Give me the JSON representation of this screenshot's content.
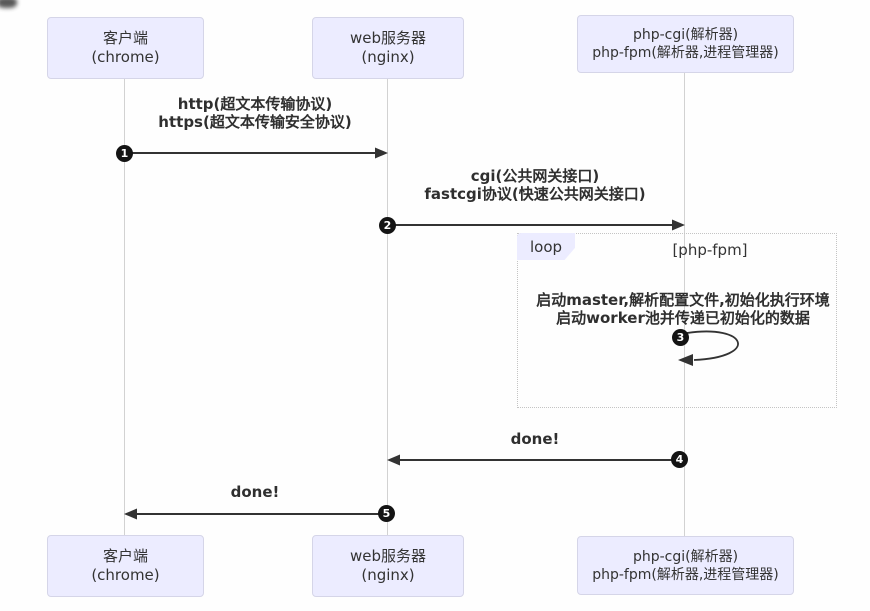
{
  "actors": [
    {
      "line1": "客户端",
      "line2": "(chrome)"
    },
    {
      "line1": "web服务器",
      "line2": "(nginx)"
    },
    {
      "line1": "php-cgi(解析器)",
      "line2": "php-fpm(解析器,进程管理器)"
    }
  ],
  "messages": [
    {
      "num": "1",
      "line1": "http(超文本传输协议)",
      "line2": "https(超文本传输安全协议)",
      "from": "客户端",
      "to": "web服务器"
    },
    {
      "num": "2",
      "line1": "cgi(公共网关接口)",
      "line2": "fastcgi协议(快速公共网关接口)",
      "from": "web服务器",
      "to": "php-cgi/php-fpm"
    },
    {
      "num": "3",
      "line1": "启动master,解析配置文件,初始化执行环境",
      "line2": "启动worker池并传递已初始化的数据",
      "from": "php-cgi/php-fpm",
      "to": "php-cgi/php-fpm"
    },
    {
      "num": "4",
      "line1": "done!",
      "from": "php-cgi/php-fpm",
      "to": "web服务器"
    },
    {
      "num": "5",
      "line1": "done!",
      "from": "web服务器",
      "to": "客户端"
    }
  ],
  "loop": {
    "label": "loop",
    "condition": "[php-fpm]"
  },
  "colors": {
    "actor_fill": "#ECECFF",
    "actor_border": "#d5d5e8",
    "arrow": "#333333",
    "number_fill": "#141414",
    "number_text": "#ffffff",
    "lifeline": "#d2d2d2",
    "loop_border": "#c4c4c4",
    "text": "#333333"
  }
}
